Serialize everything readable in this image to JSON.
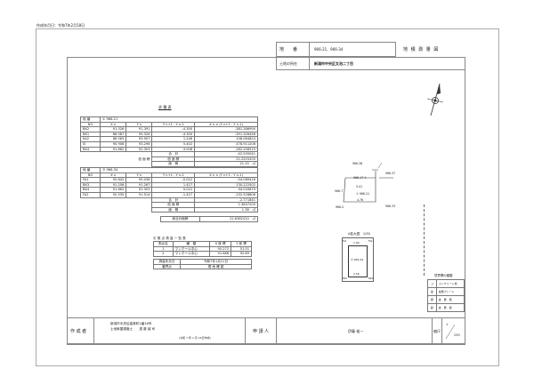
{
  "created_date": "作成年月日：令和7年2月18日",
  "header": {
    "lot_label": "地　　番",
    "lot_value": "966-21、966-34",
    "doc_title": "地 積 測 量 図",
    "location_label": "土地の所在",
    "location_value": "新潟市中央区女池二丁目"
  },
  "calc_title": "求 積 表",
  "table1": {
    "lot_label": "地 番",
    "lot": "① 966-21",
    "headers": [
      "NO",
      "X n",
      "Y n",
      "Y n+1 - Y n-1",
      "X n × (Y n+1 - Y n-1)"
    ],
    "rows": [
      [
        "BK2",
        "91.326",
        "91.391",
        "-4.300",
        "-381.286990"
      ],
      [
        "BK1",
        "86.087",
        "95.326",
        "-4.300",
        "-391.326446"
      ],
      [
        "KA2",
        "86.563",
        "95.907",
        "1.246",
        "108.064824"
      ],
      [
        "IS",
        "90.906",
        "93.296",
        "5.402",
        "478.911206"
      ],
      [
        "BK4",
        "91.662",
        "92.303",
        "-3.008",
        "-182.256515"
      ]
    ],
    "sum_label": "合　計",
    "sum": "-42.505041",
    "double_label": "倍 面 積",
    "double": "21.2525205",
    "area_label": "面　積",
    "area": "21.25　㎡",
    "ab_label": "倍 面 積"
  },
  "table2": {
    "lot_label": "地 番",
    "lot": "② 966-34",
    "headers": [
      "NO",
      "X n",
      "Y n",
      "Y n+1 - Y n-1",
      "X n × (Y n+1 - Y n-1)"
    ],
    "rows": [
      [
        "FA1",
        "92.842",
        "95.038",
        "-0.022",
        "-94.089416"
      ],
      [
        "BK3",
        "91.256",
        "91.267",
        "1.427",
        "130.222502"
      ],
      [
        "BK4",
        "91.662",
        "92.303",
        "0.022",
        "94.020879"
      ],
      [
        "FA2",
        "92.535",
        "91.514",
        "-1.427",
        "-132.528806"
      ]
    ],
    "sum_label": "合　計",
    "sum": "-2.771841",
    "double_label": "倍 面 積",
    "double": "1.3857205",
    "area_label": "面　積",
    "area": "1.38　㎡"
  },
  "total": {
    "label": "総合計面積",
    "value": "22.6382410　㎡"
  },
  "ref_table": {
    "title": "引 照 点 測 量 一 覧 表",
    "headers": [
      "測点名",
      "種　類",
      "X 座 標",
      "Y 座 標"
    ],
    "rows": [
      [
        "1",
        "マンホール中心",
        "95.272",
        "51.51"
      ],
      [
        "2",
        "マンホール中心",
        "91.686",
        "92.89"
      ]
    ]
  },
  "survey": {
    "date_label": "測量年月日",
    "date": "令和7年1月21日",
    "boundary_label": "筆界点",
    "boundary": "現 地 確 認"
  },
  "diagram": {
    "labels": [
      "966-38",
      "966-37",
      "966-17",
      "966-7",
      "966-2",
      "966-33",
      "966-21"
    ],
    "lengths": [
      "5.41",
      "4.76",
      "1.90",
      "1.56"
    ],
    "circle_1": "①",
    "circle_2": "②",
    "north": "N"
  },
  "enlarged": {
    "title": "A拡大図　1/50",
    "lot": "② 966-34",
    "top": "1.90",
    "bottom": "1.56",
    "corner_marks": [
      "FA1",
      "FA2",
      "BK3",
      "BK4"
    ]
  },
  "legend": {
    "title": "境界標の種類",
    "items": [
      {
        "mark": "コ",
        "label": "コンクリート杭"
      },
      {
        "mark": "金",
        "label": "金属プレート"
      },
      {
        "mark": "標",
        "label": "金　属　標"
      },
      {
        "mark": "鋲",
        "label": "金　属　鋲"
      }
    ]
  },
  "footer": {
    "author_label": "作 成 者",
    "author_addr": "新潟市中央区高美町1番16号",
    "author_name": "土地家屋調査士　　遠 藤 誠 司",
    "author_date": "(令和 7 年 1 月 16日作成)",
    "applicant_label": "申 請 人",
    "applicant": "伊藤 裕一",
    "scale_label": "縮尺",
    "scale_num": "1",
    "scale_den": "250"
  }
}
